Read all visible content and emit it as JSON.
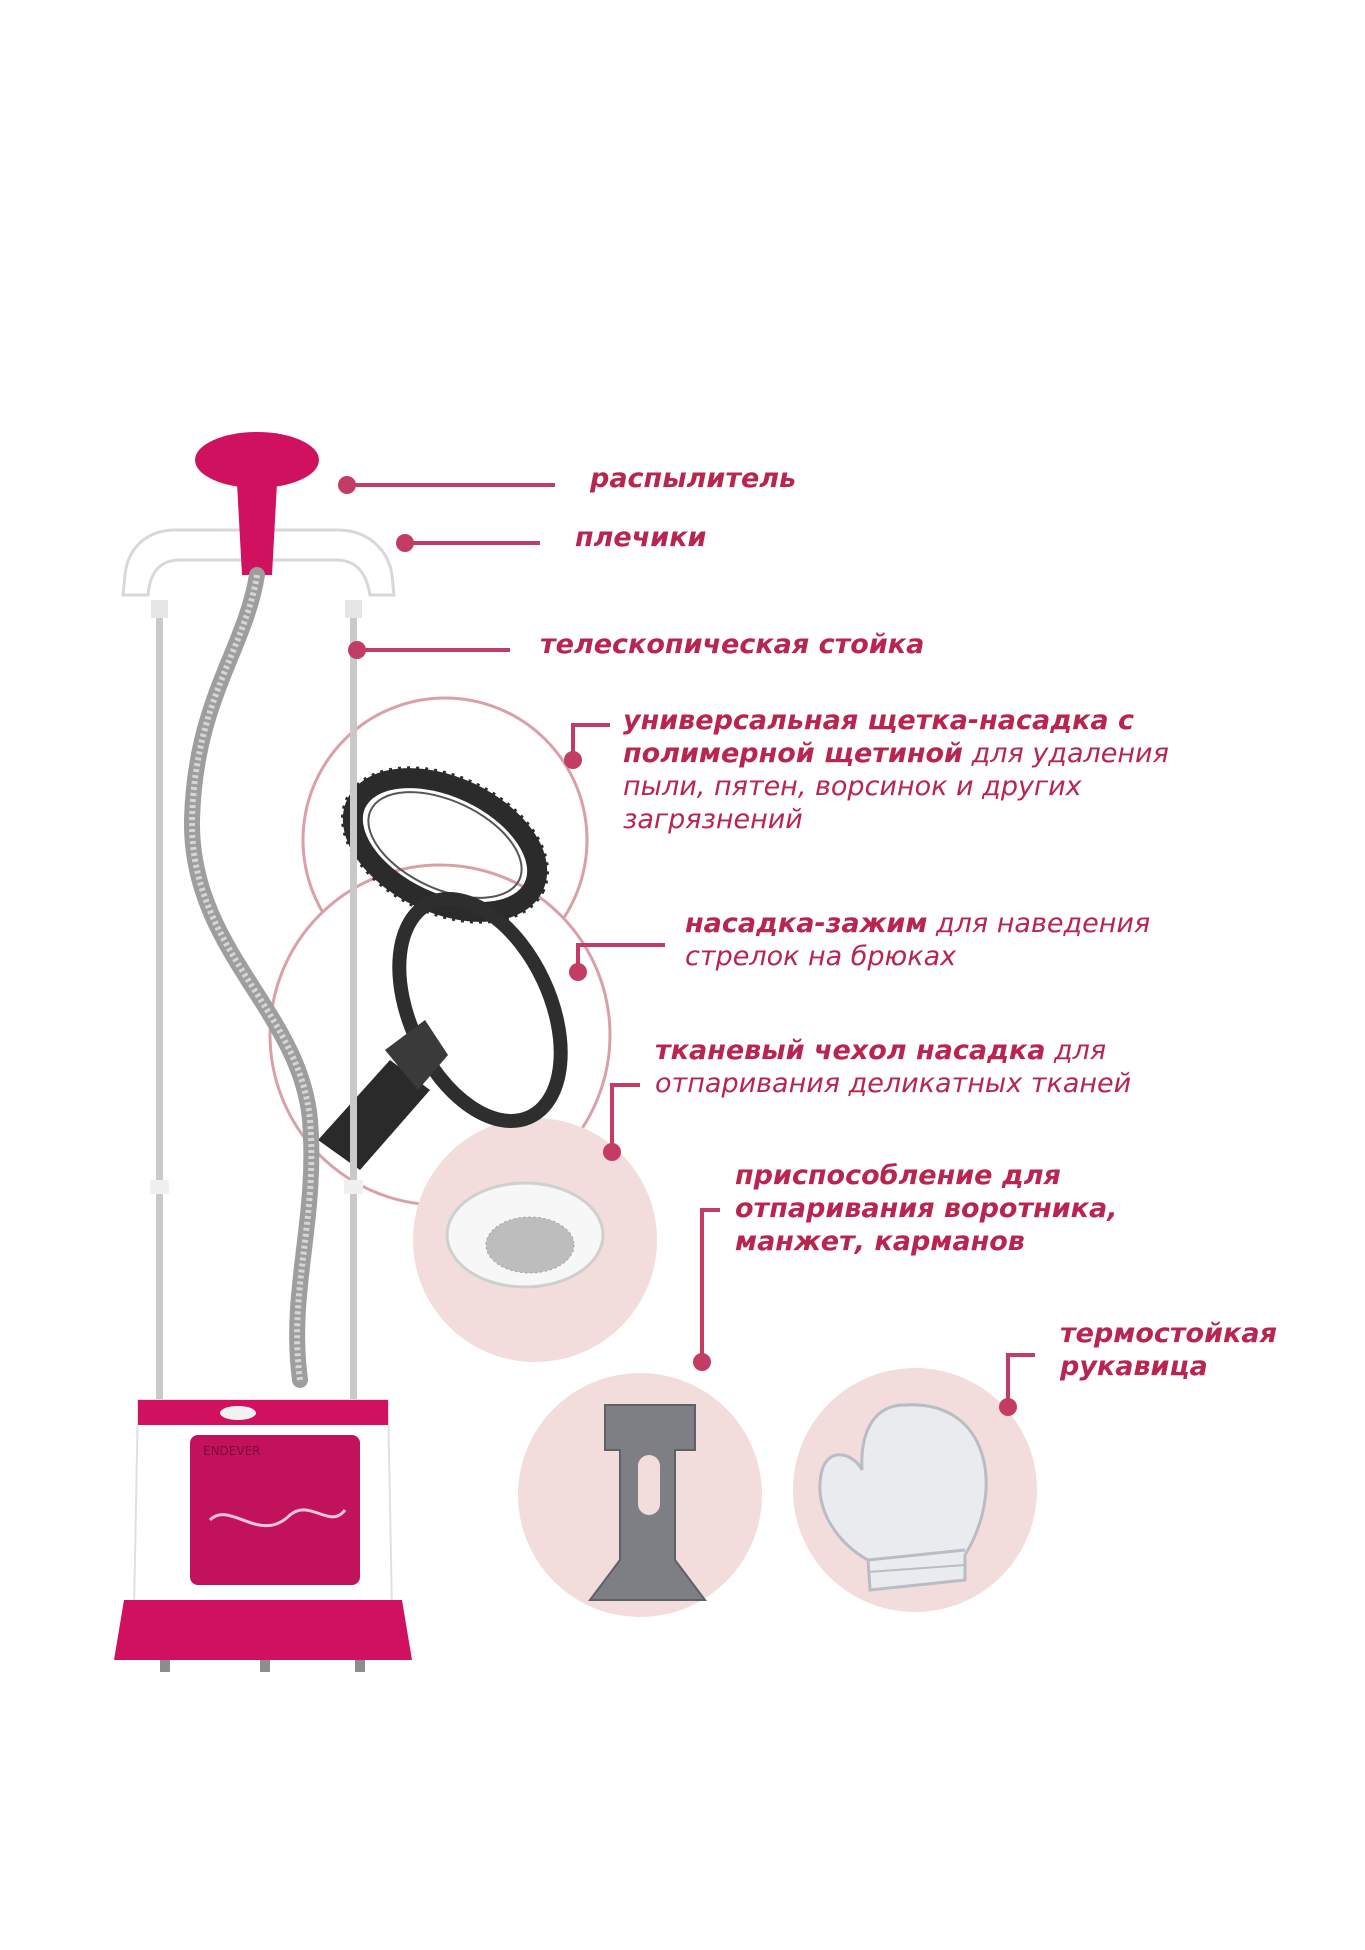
{
  "labels": {
    "sprayer": "распылитель",
    "hanger": "плечики",
    "pole": "телескопическая стойка",
    "brush": {
      "bold": "универсальная щетка-насадка с полимерной щетиной",
      "rest": " для удаления пыли, пятен, ворсинок и других загрязнений"
    },
    "clip": {
      "bold": "насадка-зажим",
      "rest": " для наведения стрелок на брюках"
    },
    "cover": {
      "bold": "тканевый чехол насадка",
      "rest": " для отпаривания деликатных тканей"
    },
    "collar": "приспособление для отпаривания воротника, манжет, карманов",
    "glove": "термостойкая рукавица"
  },
  "brand_text": "ENDEVER",
  "colors": {
    "accent": "#d0115f",
    "label": "#b8264f",
    "callout_line": "#c33c64",
    "circle_fill": "#f3dcdc",
    "circle_ring": "#d9a0a8"
  }
}
